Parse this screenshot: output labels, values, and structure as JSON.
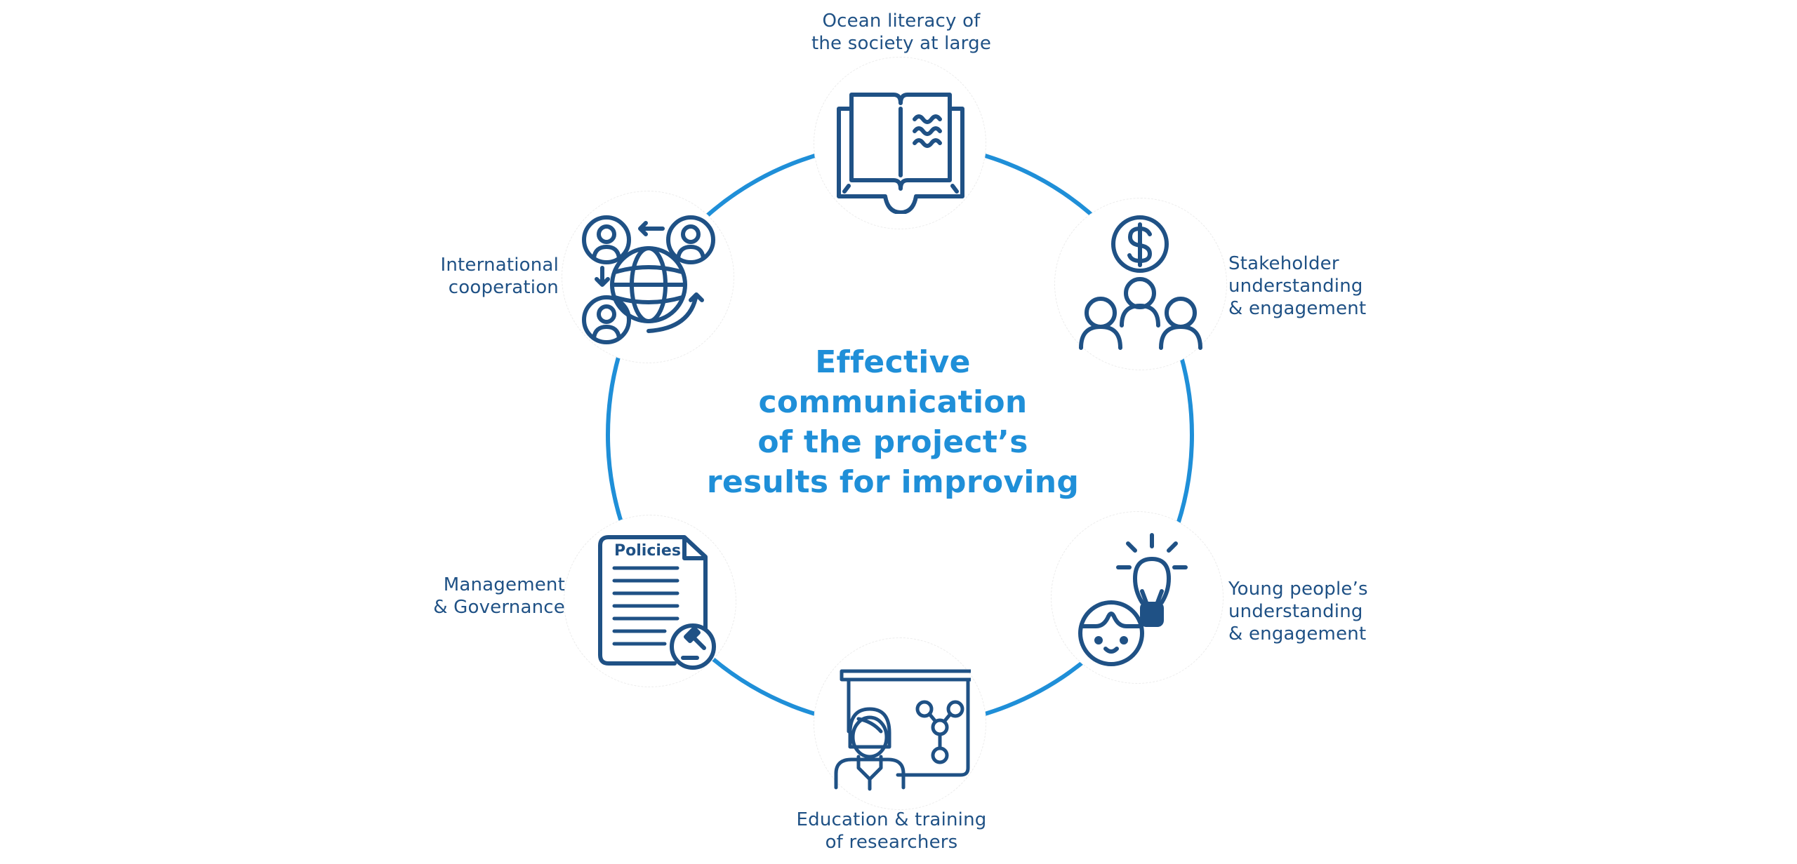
{
  "diagram": {
    "type": "cycle",
    "center_title": {
      "lines": [
        "Effective",
        "communication",
        "of the project’s",
        "results for improving"
      ]
    },
    "colors": {
      "ring": "#1f8fd8",
      "center_text": "#1f8fd8",
      "icon": "#1f5185",
      "label": "#1f5185",
      "bubble_outline": "#ececec",
      "background": "#ffffff"
    },
    "nodes": [
      {
        "id": "ocean-literacy",
        "icon": "open-book-waves-icon",
        "label_lines": [
          "Ocean literacy of",
          "the society at large"
        ]
      },
      {
        "id": "stakeholder",
        "icon": "stakeholders-dollar-icon",
        "label_lines": [
          "Stakeholder",
          "understanding",
          "& engagement"
        ]
      },
      {
        "id": "young-people",
        "icon": "child-lightbulb-icon",
        "label_lines": [
          "Young people’s",
          "understanding",
          "& engagement"
        ]
      },
      {
        "id": "education",
        "icon": "teacher-presentation-icon",
        "label_lines": [
          "Education & training",
          "of researchers"
        ]
      },
      {
        "id": "management",
        "icon": "policies-document-gavel-icon",
        "label_lines": [
          "Management",
          "& Governance"
        ],
        "doc_text": "Policies"
      },
      {
        "id": "international",
        "icon": "globe-people-exchange-icon",
        "label_lines": [
          "International",
          "cooperation"
        ]
      }
    ]
  }
}
